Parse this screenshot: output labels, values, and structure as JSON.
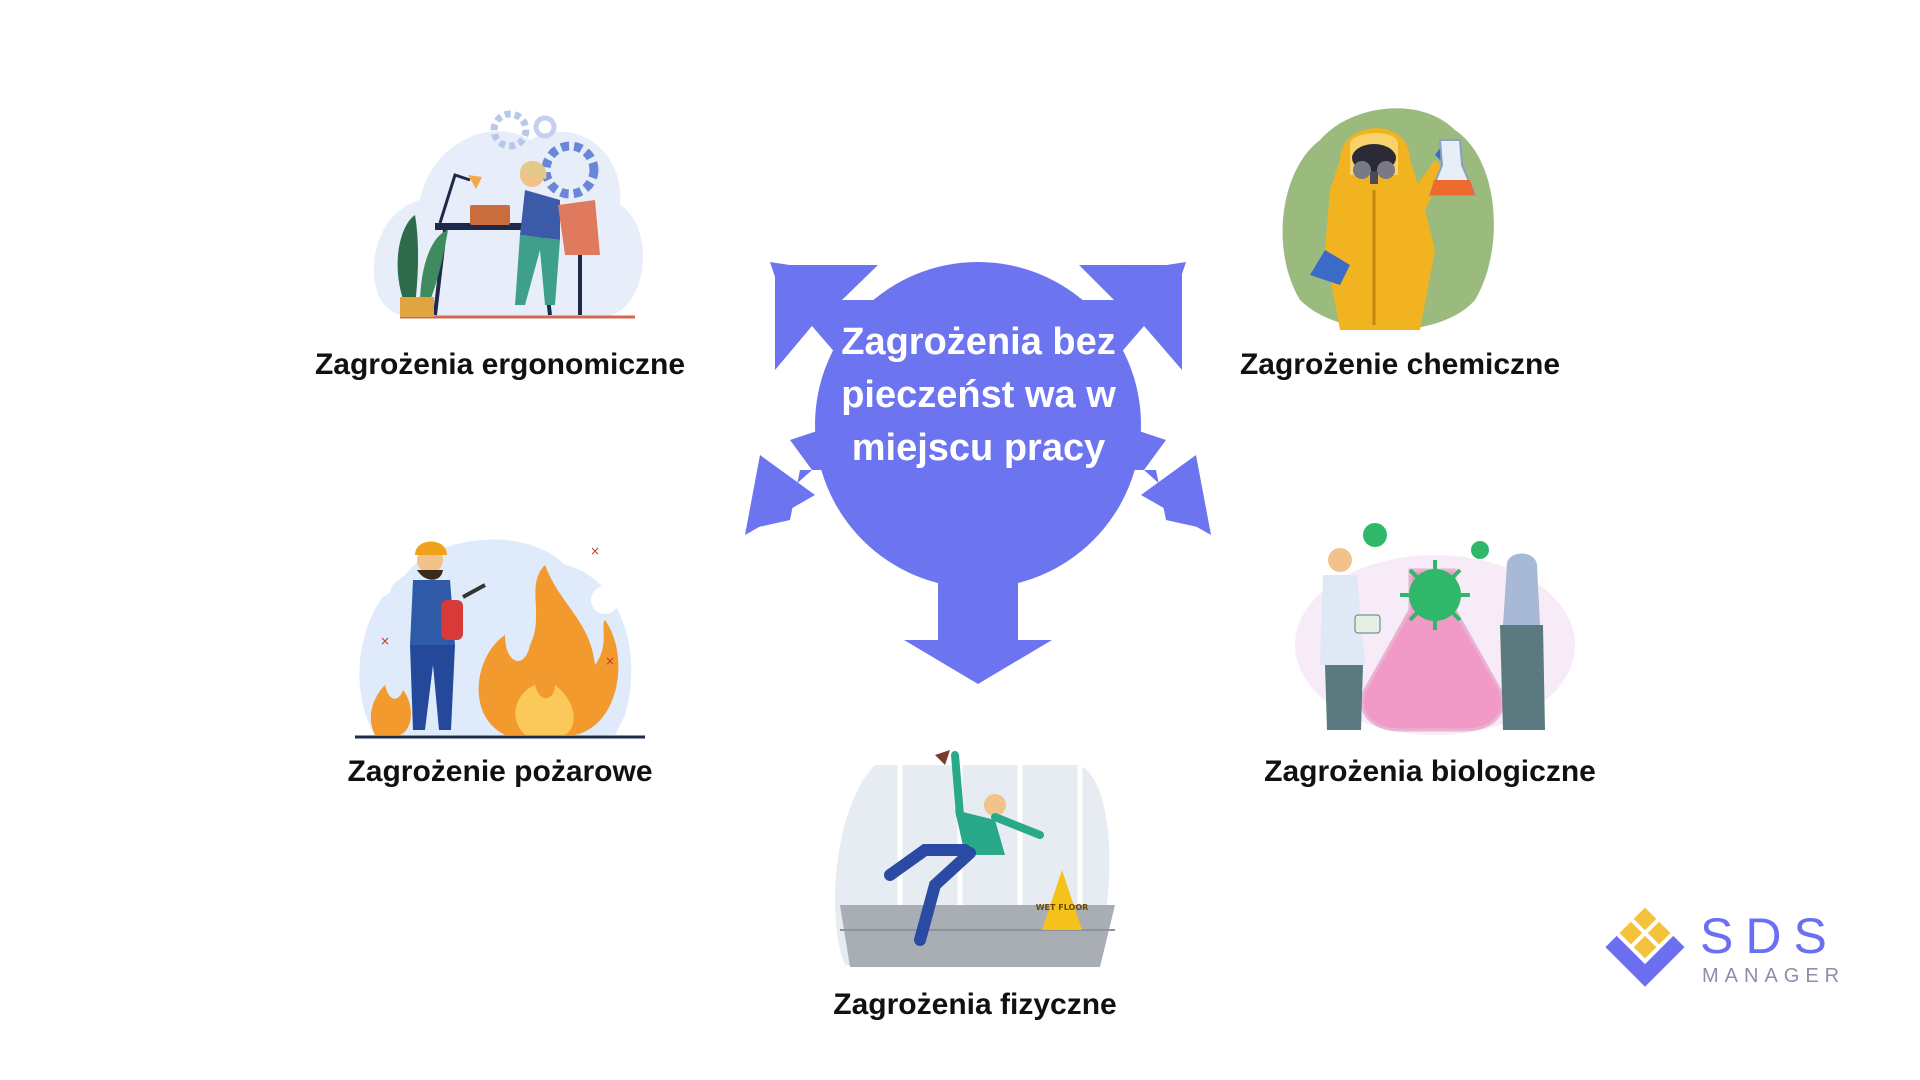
{
  "center": {
    "title": "Zagrożenia bezpieczeńst wa w miejscu pracy"
  },
  "hazards": [
    {
      "label": "Zagrożenia ergonomiczne",
      "illustration": "person-at-desk-with-gears-icon"
    },
    {
      "label": "Zagrożenie chemiczne",
      "illustration": "hazmat-suit-with-flask-icon"
    },
    {
      "label": "Zagrożenie pożarowe",
      "illustration": "firefighter-with-extinguisher-icon"
    },
    {
      "label": "Zagrożenia biologiczne",
      "illustration": "scientists-with-virus-icon"
    },
    {
      "label": "Zagrożenia fizyczne",
      "illustration": "person-slipping-wet-floor-icon"
    }
  ],
  "wet_floor_sign": "WET FLOOR",
  "logo": {
    "name": "SDS",
    "sub": "MANAGER"
  },
  "colors": {
    "hub": "#6c74f0",
    "text": "#111111",
    "logo_primary": "#6d6ff2",
    "logo_accent": "#f5c33b"
  }
}
